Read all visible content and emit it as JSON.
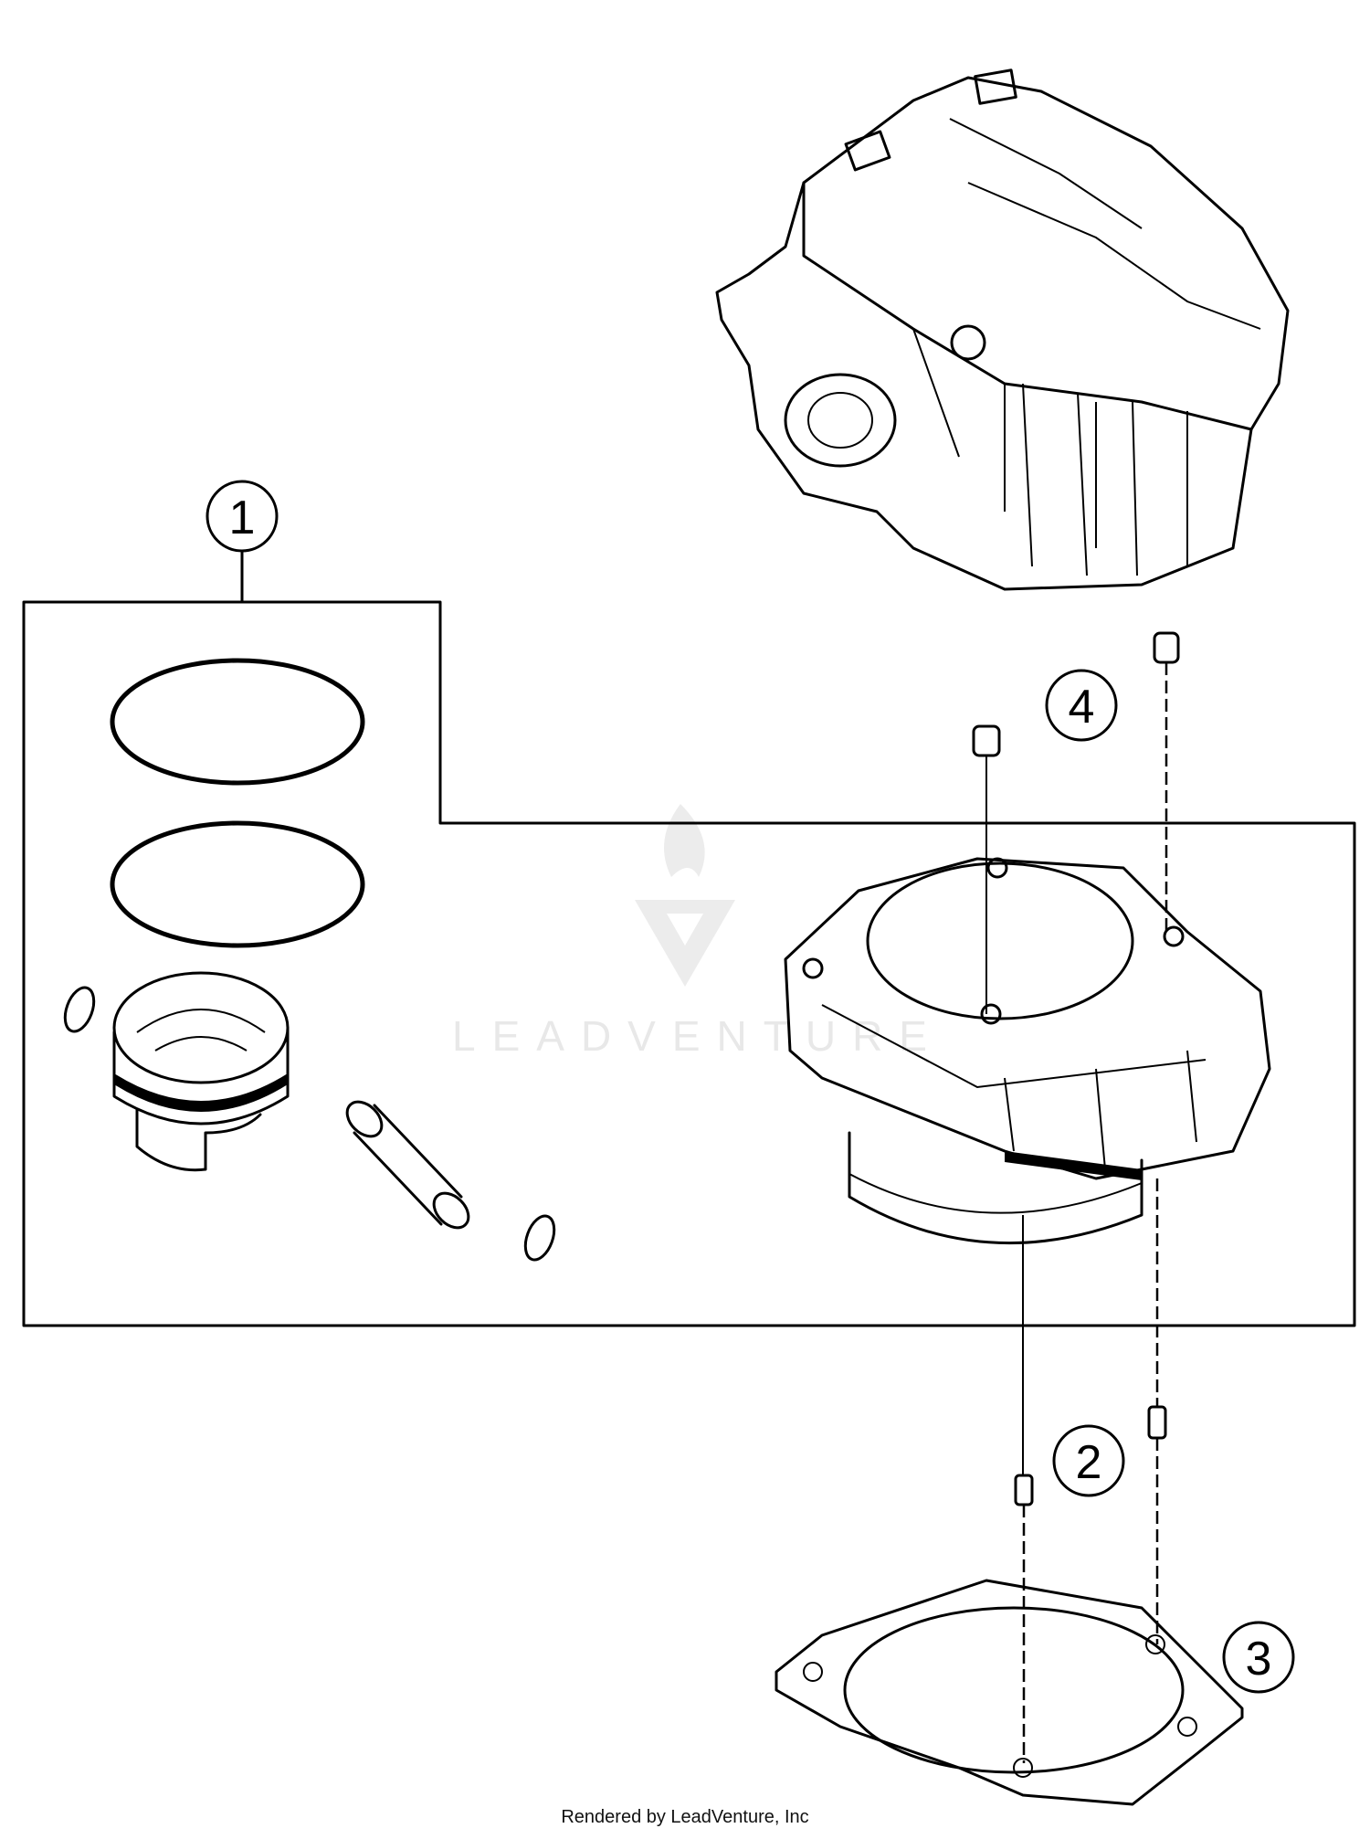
{
  "callouts": [
    {
      "label": "1"
    },
    {
      "label": "2"
    },
    {
      "label": "3"
    },
    {
      "label": "4"
    }
  ],
  "watermark": {
    "text": "LEADVENTURE"
  },
  "footer": {
    "text": "Rendered by LeadVenture, Inc"
  },
  "colors": {
    "line": "#000000",
    "watermark": "#e8e8e8",
    "background": "#ffffff"
  }
}
